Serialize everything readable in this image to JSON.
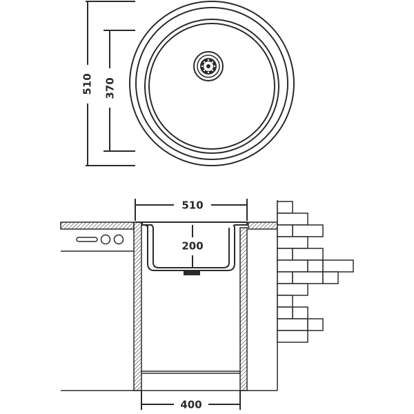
{
  "top_view": {
    "outer_diameter": "510",
    "bowl_diameter": "370"
  },
  "section_view": {
    "bowl_width": "510",
    "bowl_depth": "200",
    "cabinet_width": "400"
  },
  "colors": {
    "line": "#2a2a2a",
    "hatch": "#555555",
    "background": "#ffffff"
  }
}
